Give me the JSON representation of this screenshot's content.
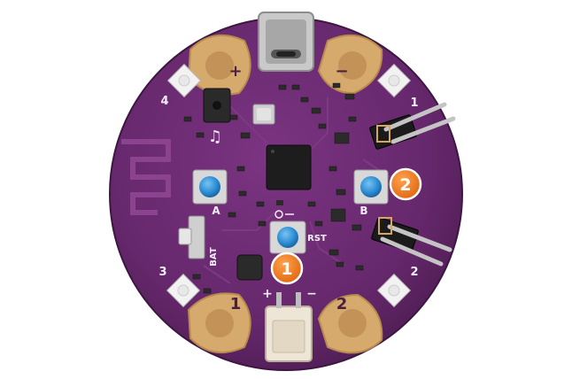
{
  "board": {
    "pad_labels": {
      "top_left": "+",
      "top_right": "−",
      "bottom_left": "1",
      "bottom_right": "2"
    },
    "led_labels": {
      "top_left": "4",
      "top_right": "1",
      "bottom_left": "3",
      "bottom_right": "2"
    },
    "button_labels": {
      "a": "A",
      "b": "B",
      "reset": "RST"
    },
    "battery_label": "BAT",
    "connector_labels": {
      "plus": "+",
      "minus": "−"
    },
    "music_symbol": "♫"
  },
  "callouts": [
    {
      "number": "1"
    },
    {
      "number": "2"
    }
  ],
  "colors": {
    "pcb": "#6a2a6f",
    "pad": "#d6a96c",
    "callout": "#ee7a1e",
    "button": "#2c8ed6",
    "led": "#f2f2f2"
  }
}
